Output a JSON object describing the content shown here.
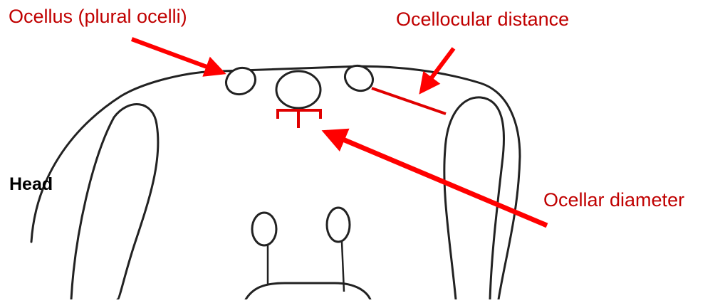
{
  "labels": {
    "ocellus": "Ocellus (plural ocelli)",
    "ocellocular_distance": "Ocellocular distance",
    "ocellar_diameter": "Ocellar diameter",
    "head": "Head"
  },
  "colors": {
    "annotation": "#c00000",
    "annotation_arrow": "#ff0000",
    "outline": "#222222",
    "background": "#ffffff"
  }
}
